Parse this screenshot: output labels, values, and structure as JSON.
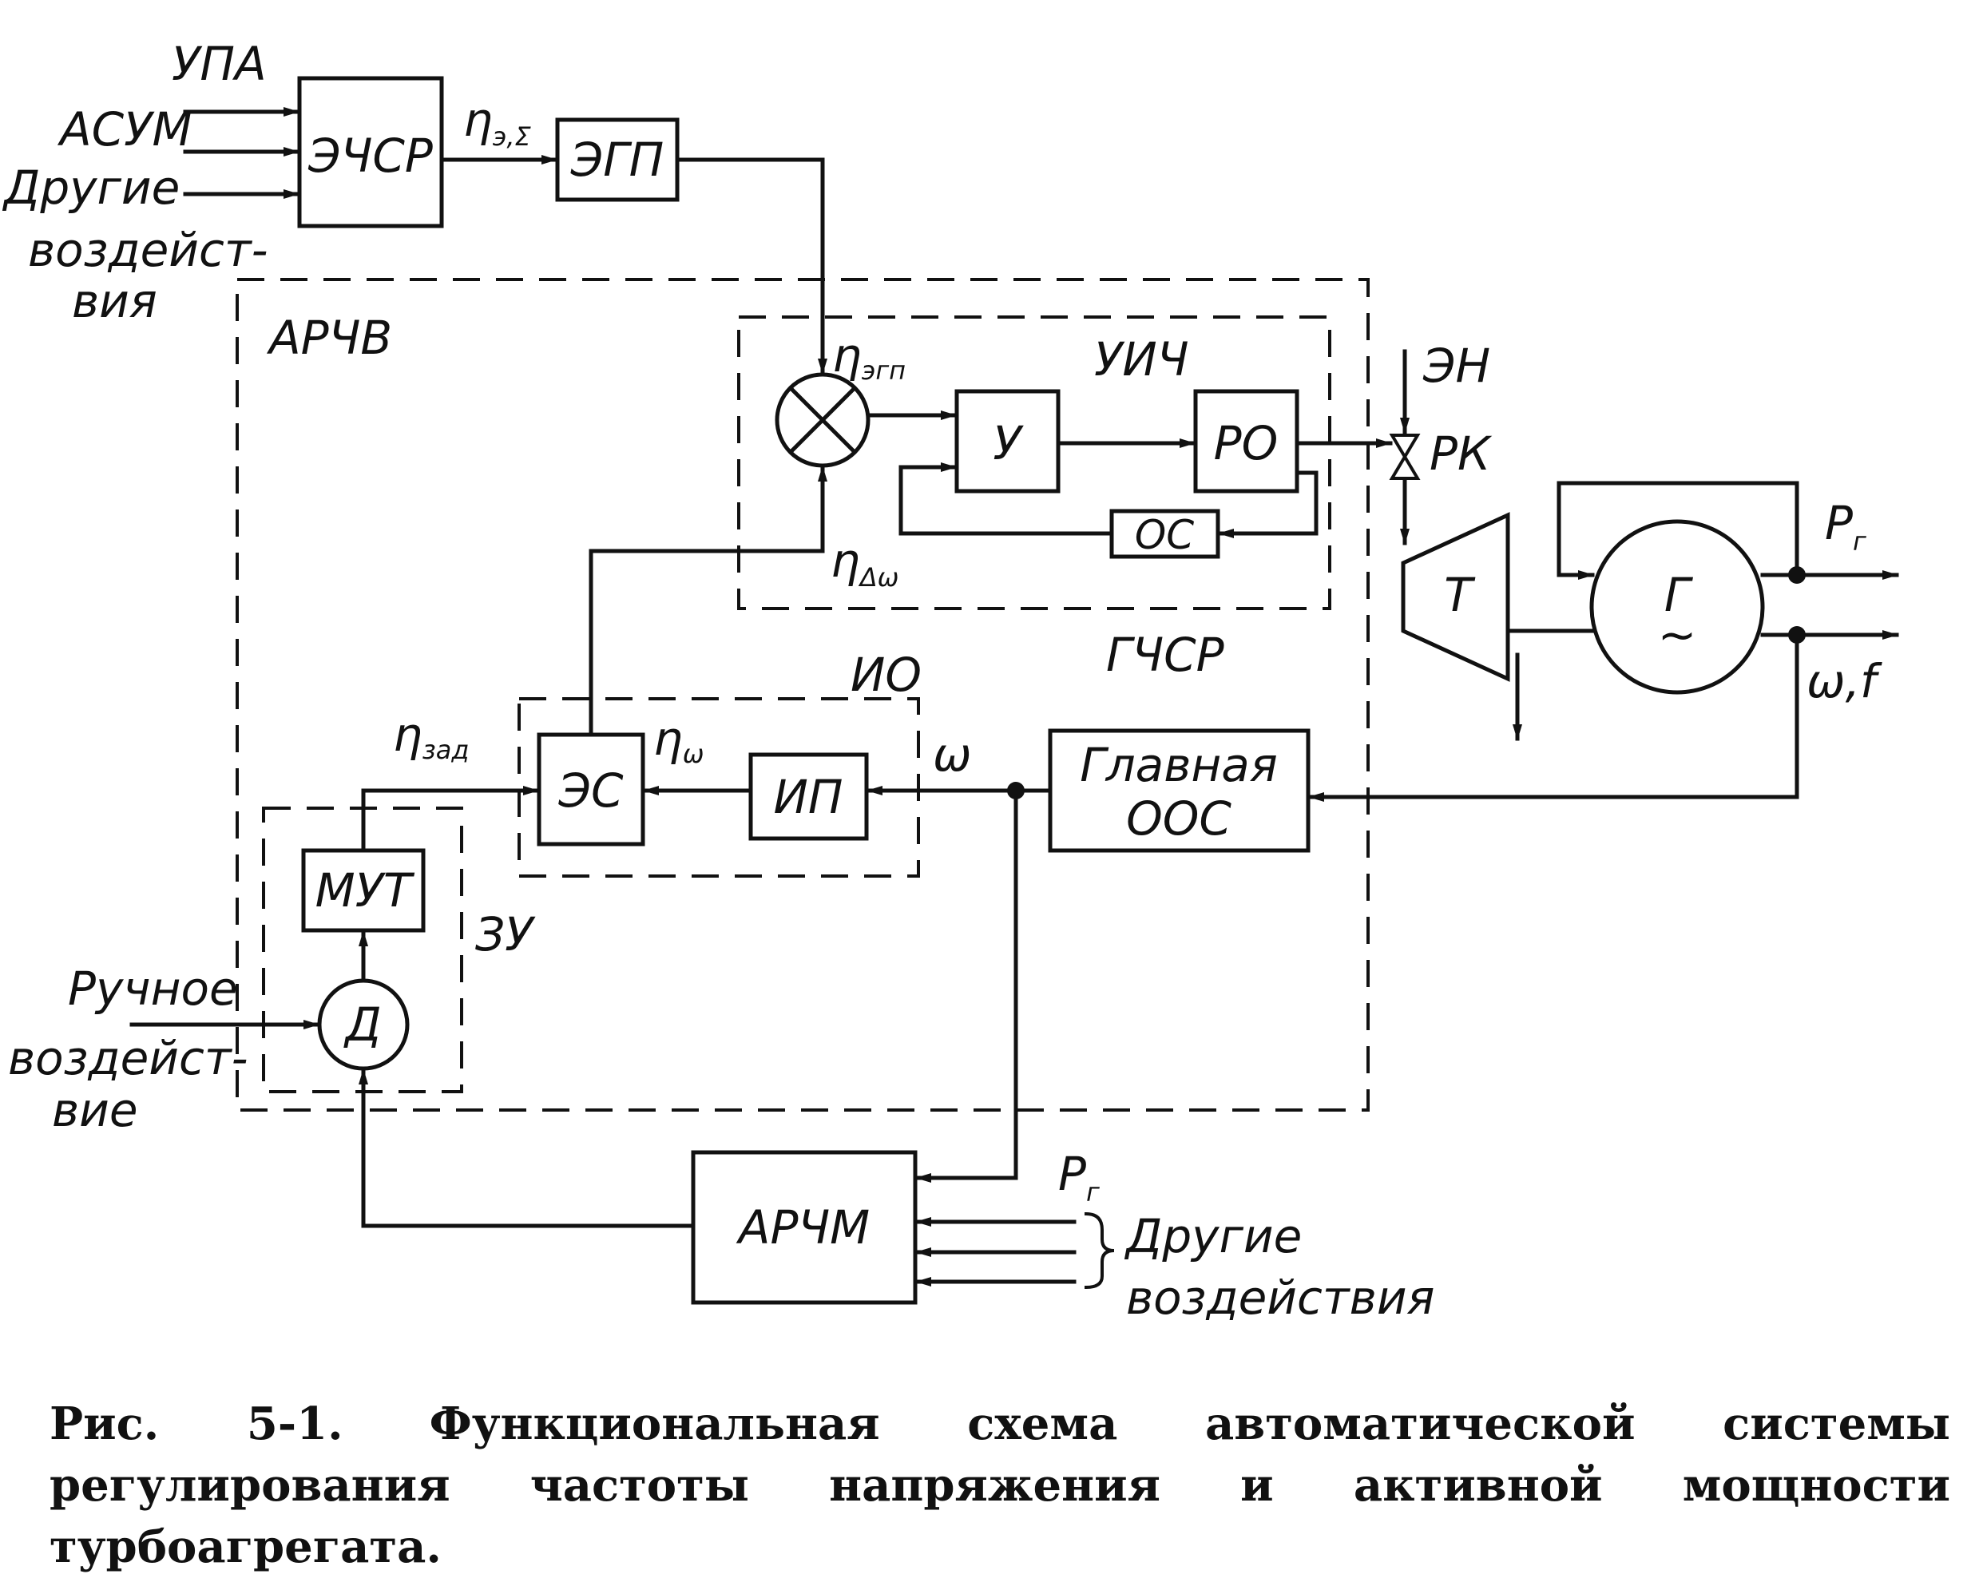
{
  "inputs_top": {
    "upa": "УПА",
    "asum": "АСУМ",
    "other_line1": "Другие",
    "other_line2": "воздейст-",
    "other_line3": "вия"
  },
  "blocks": {
    "echsr": "ЭЧСР",
    "egp": "ЭГП",
    "u": "У",
    "ro": "РО",
    "os": "ОС",
    "es": "ЭС",
    "ip": "ИП",
    "glav_line1": "Главная",
    "glav_line2": "ООС",
    "mut": "МУТ",
    "d": "Д",
    "archm": "АРЧМ",
    "t": "Т",
    "g": "Г",
    "g_symbol": "~"
  },
  "groups": {
    "archv": "АРЧВ",
    "uich": "УИЧ",
    "gchsr": "ГЧСР",
    "io": "ИО",
    "zu": "ЗУ"
  },
  "signals": {
    "eta_sigma_main": "η",
    "eta_sigma_sub": "э,Σ",
    "eta_egp_main": "η",
    "eta_egp_sub": "эгп",
    "eta_dw_main": "η",
    "eta_dw_sub": "Δω",
    "eta_zad_main": "η",
    "eta_zad_sub": "зад",
    "eta_w_main": "η",
    "eta_w_sub": "ω",
    "omega": "ω",
    "omega_f": "ω,f",
    "en": "ЭН",
    "rk": "РК",
    "pg_out_main": "P",
    "pg_out_sub": "г",
    "pg_in_main": "P",
    "pg_in_sub": "г"
  },
  "manual": {
    "line1": "Ручное",
    "line2": "воздейст-",
    "line3": "вие"
  },
  "archm_inputs": {
    "line1": "Другие",
    "line2": "воздействия"
  },
  "caption": {
    "label": "Рис. 5-1.",
    "text": "Функциональная схема автоматической системы регулирования частоты напряжения и активной мощности турбоагрегата."
  }
}
